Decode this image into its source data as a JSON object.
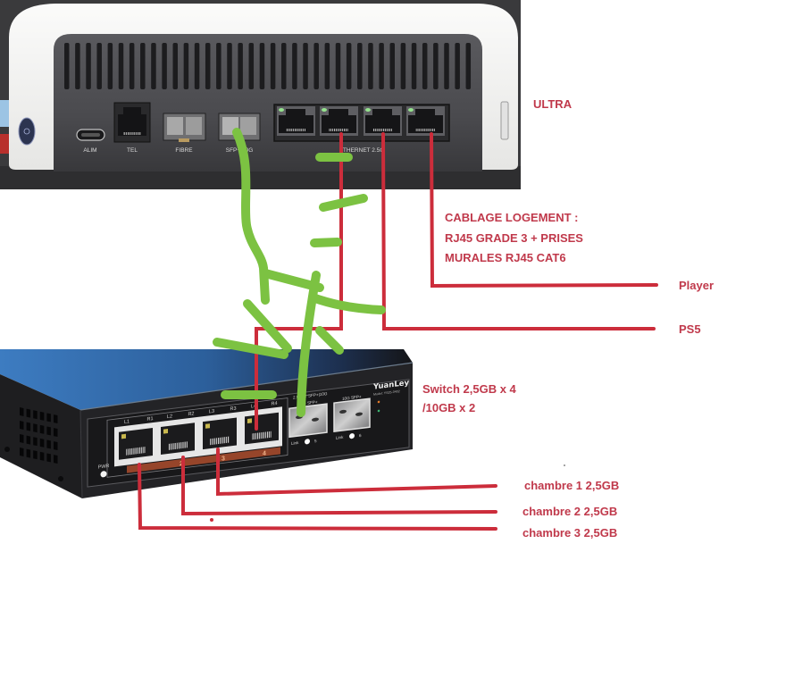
{
  "annotations": {
    "router_name": "ULTRA",
    "cabling": [
      "CABLAGE LOGEMENT :",
      "RJ45 GRADE 3 + PRISES",
      "MURALES RJ45 CAT6"
    ],
    "devices": {
      "player": "Player",
      "ps5": "PS5"
    },
    "switch": [
      "Switch 2,5GB x 4",
      "/10GB x 2"
    ],
    "rooms": [
      "chambre 1 2,5GB",
      "chambre 2 2,5GB",
      "chambre 3 2,5GB"
    ]
  },
  "router_ports": {
    "power": "ALIM",
    "phone": "TEL",
    "fiber": "FIBRE",
    "sfp": "SFP+ 10G",
    "ethernet": "ETHERNET 2.5G"
  },
  "switch_panel": {
    "brand": "YuanLey",
    "model": "Model: YS25-0402",
    "spec": "2.5G+2*SFP+|10G",
    "sfp_labels": [
      "10G SFP+",
      "10G SFP+"
    ],
    "port_labels": [
      "L1",
      "R1",
      "L2",
      "R2",
      "L3",
      "R3",
      "L4",
      "R4"
    ],
    "port_numbers": [
      "1",
      "2",
      "3",
      "4"
    ],
    "power_label": "PWR",
    "link_label": "Link",
    "sfp_numbers": [
      "5",
      "6"
    ]
  },
  "colors": {
    "annotation_text": "#c0394b",
    "copper_cable": "#cc2d3b",
    "fiber_cable": "#7cc242",
    "switch_top": "#2f6aa8"
  }
}
